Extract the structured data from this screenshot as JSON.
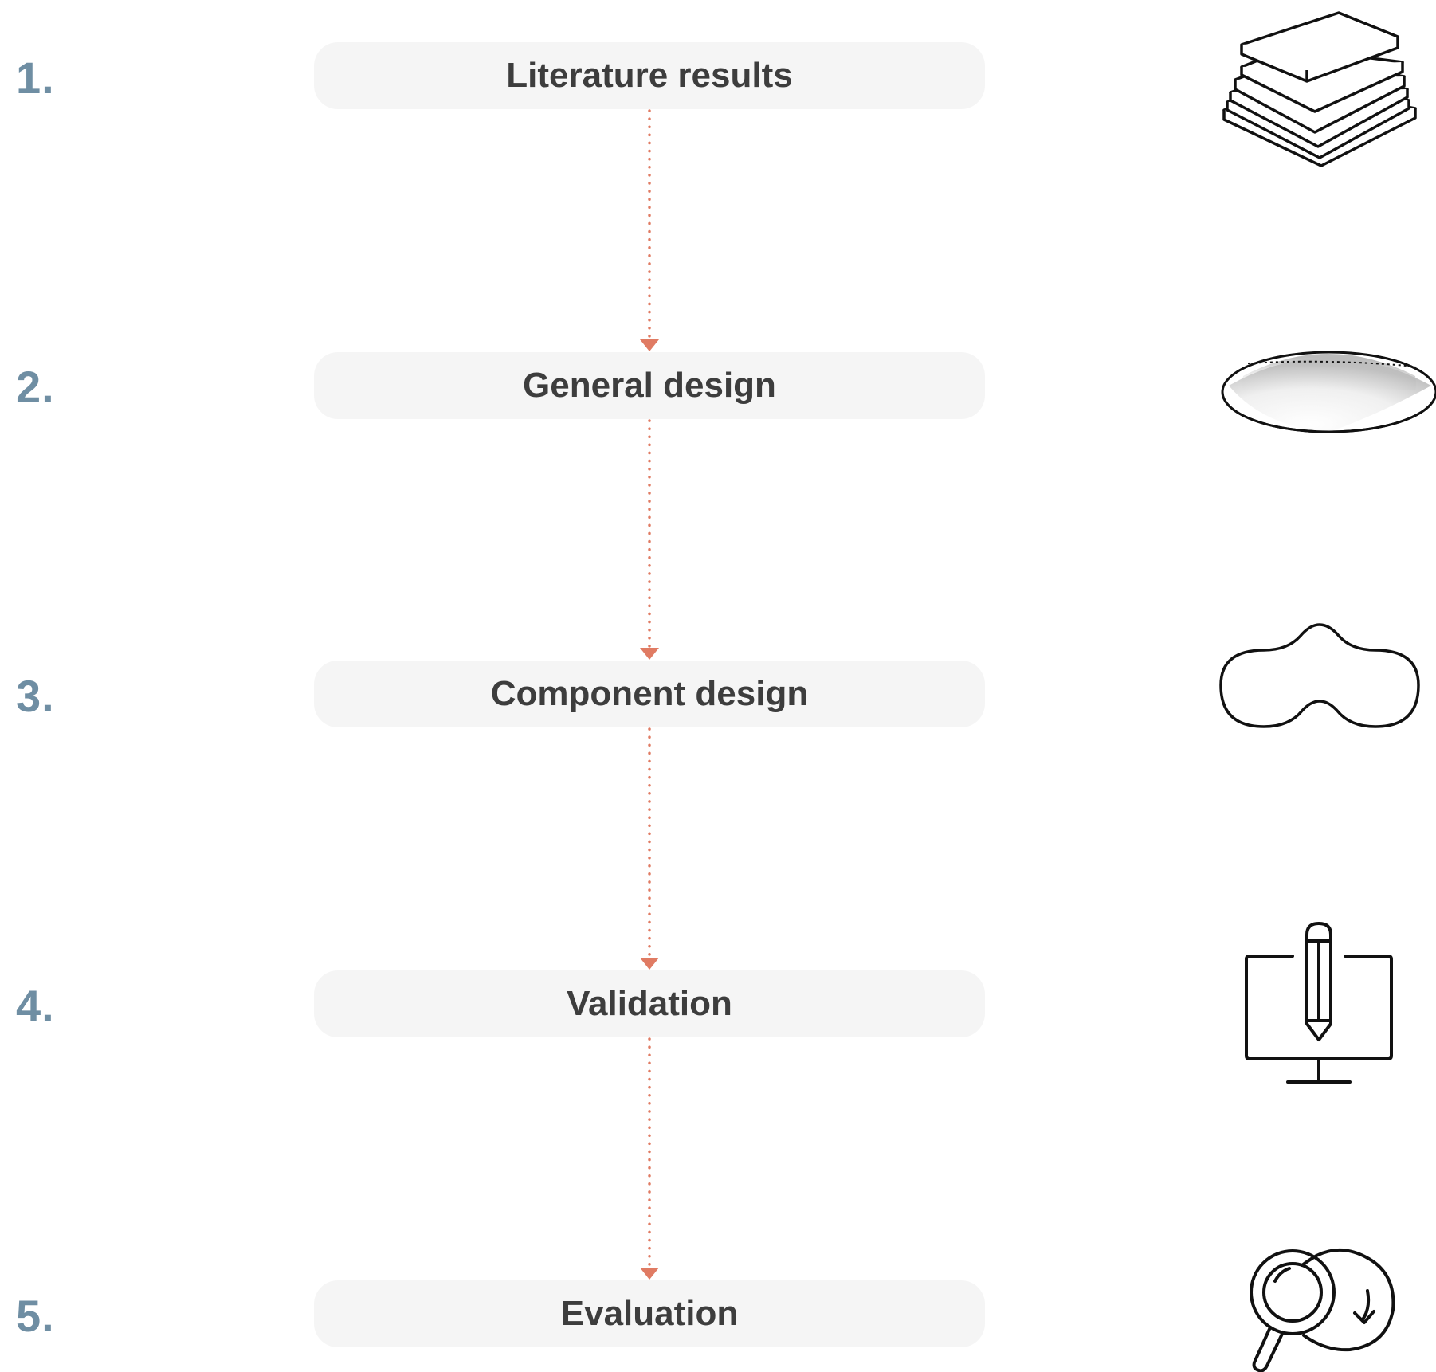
{
  "colors": {
    "number": "#6f8ea3",
    "box_bg": "#f5f5f5",
    "box_text": "#3d3d3d",
    "connector": "#e07b63",
    "icon_stroke": "#111111"
  },
  "steps": [
    {
      "number": "1.",
      "label": "Literature results",
      "icon": "books-stack-icon"
    },
    {
      "number": "2.",
      "label": "General design",
      "icon": "dome-shell-icon"
    },
    {
      "number": "3.",
      "label": "Component design",
      "icon": "bilobed-shape-icon"
    },
    {
      "number": "4.",
      "label": "Validation",
      "icon": "monitor-pencil-icon"
    },
    {
      "number": "5.",
      "label": "Evaluation",
      "icon": "magnifier-cycle-icon"
    }
  ]
}
